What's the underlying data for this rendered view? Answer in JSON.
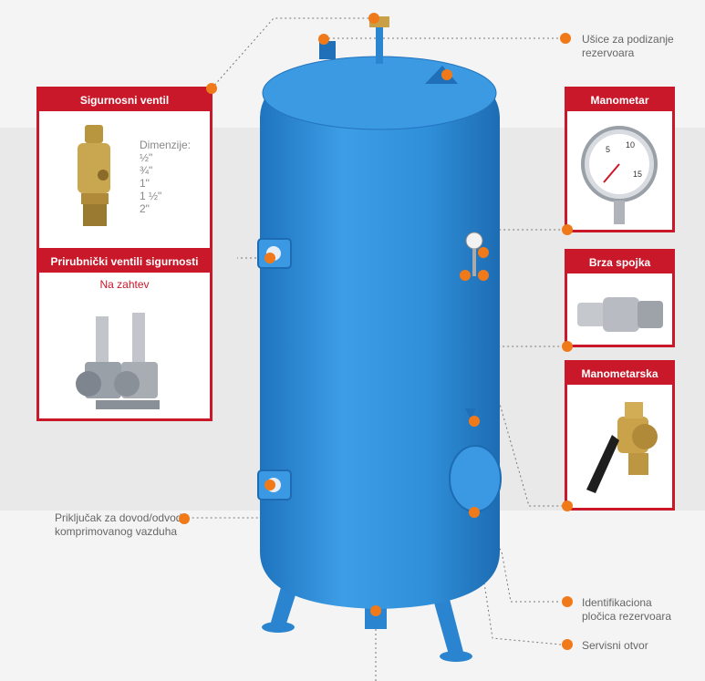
{
  "colors": {
    "accent_red": "#c8182a",
    "dot_orange": "#f07a1a",
    "tank_blue": "#2f8fd8"
  },
  "boxes": {
    "safety_valve": {
      "title": "Sigurnosni ventil",
      "dimensions_label": "Dimenzije:",
      "dimensions": [
        "½\"",
        "¾\"",
        "1\"",
        "1 ½\"",
        "2\""
      ]
    },
    "flange_valves": {
      "title": "Prirubnički ventili sigurnosti",
      "subtitle": "Na zahtev"
    },
    "manometer": {
      "title": "Manometar",
      "dial_numbers": [
        "5",
        "10",
        "15"
      ]
    },
    "quick_coupling": {
      "title": "Brza spojka"
    },
    "manometer_valve": {
      "title": "Manometarska slavina"
    }
  },
  "labels": {
    "lifting_eyes_line1": "Ušice za podizanje",
    "lifting_eyes_line2": "rezervoara",
    "connection_line1": "Priključak za dovod/odvod",
    "connection_line2": "komprimovanog vazduha",
    "id_plate_line1": "Identifikaciona",
    "id_plate_line2": "pločica rezervoara",
    "service_opening": "Servisni otvor"
  }
}
